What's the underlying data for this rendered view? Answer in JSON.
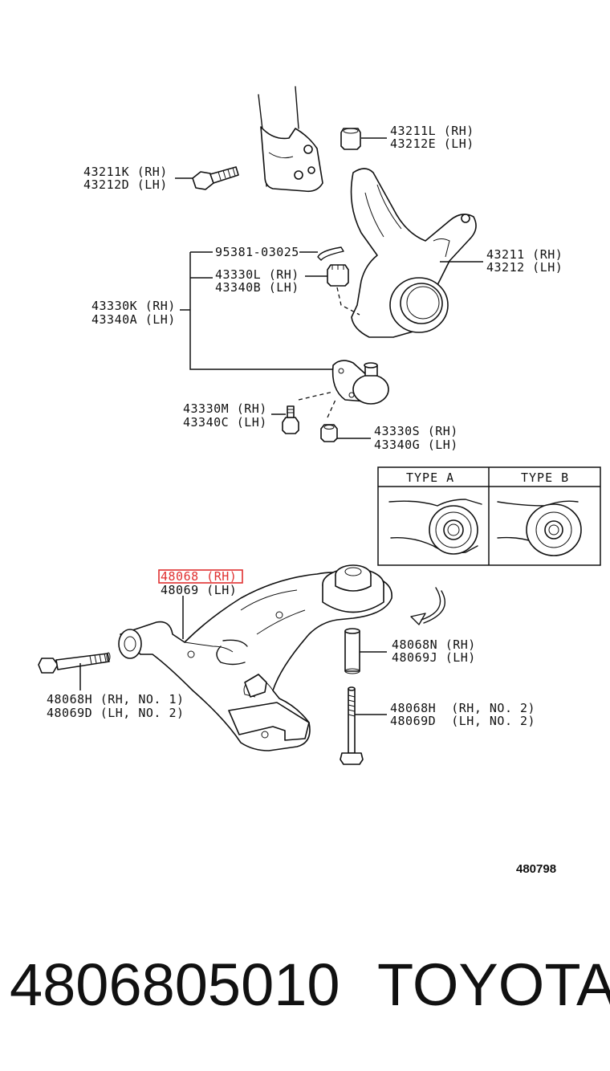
{
  "diagram_id": "480798",
  "footer": {
    "part_number": "4806805010",
    "brand": "TOYOTA"
  },
  "highlight": {
    "color": "#e03030",
    "label": "48068 (RH)"
  },
  "callouts": [
    {
      "id": "c1",
      "lines": [
        "43211L (RH)",
        "43212E (LH)"
      ]
    },
    {
      "id": "c2",
      "lines": [
        "43211K (RH)",
        "43212D (LH)"
      ]
    },
    {
      "id": "c3",
      "lines": [
        "95381-03025"
      ]
    },
    {
      "id": "c4",
      "lines": [
        "43330L (RH)",
        "43340B (LH)"
      ]
    },
    {
      "id": "c5",
      "lines": [
        "43211 (RH)",
        "43212 (LH)"
      ]
    },
    {
      "id": "c6",
      "lines": [
        "43330K (RH)",
        "43340A (LH)"
      ]
    },
    {
      "id": "c7",
      "lines": [
        "43330M (RH)",
        "43340C (LH)"
      ]
    },
    {
      "id": "c8",
      "lines": [
        "43330S (RH)",
        "43340G (LH)"
      ]
    },
    {
      "id": "c9",
      "lines": [
        "48068 (RH)",
        "48069 (LH)"
      ]
    },
    {
      "id": "c10",
      "lines": [
        "48068N (RH)",
        "48069J (LH)"
      ]
    },
    {
      "id": "c11",
      "lines": [
        "48068H (RH, NO. 1)",
        "48069D (LH, NO. 2)"
      ]
    },
    {
      "id": "c12",
      "lines": [
        "48068H  (RH, NO. 2)",
        "48069D  (LH, NO. 2)"
      ]
    }
  ],
  "inset": {
    "type_a": "TYPE A",
    "type_b": "TYPE B"
  }
}
